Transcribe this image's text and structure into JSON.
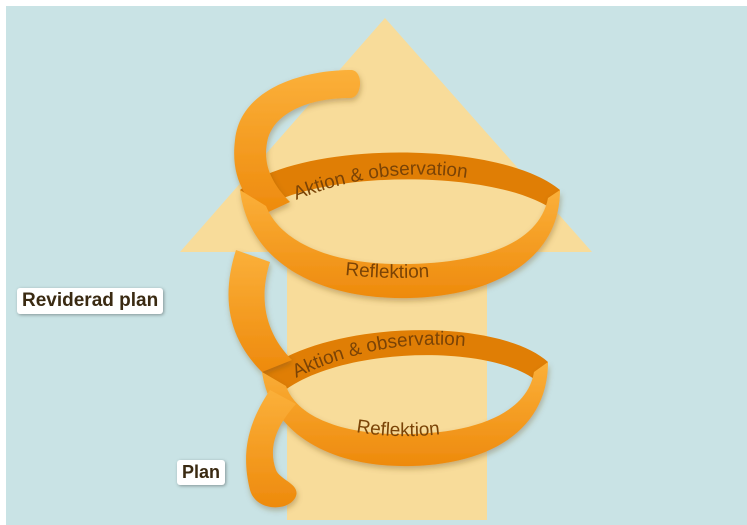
{
  "labels": {
    "revised_plan": "Reviderad plan",
    "plan": "Plan"
  },
  "spiral": {
    "upper_action": "Aktion & observation",
    "upper_reflection": "Reflektion",
    "lower_action": "Aktion & observation",
    "lower_reflection": "Reflektion"
  },
  "colors": {
    "background": "#c9e3e5",
    "arrow": "#f8dc9a",
    "spiral_front": "#f59a17",
    "spiral_back": "#e07e05",
    "text_on_band": "#7a4306"
  }
}
